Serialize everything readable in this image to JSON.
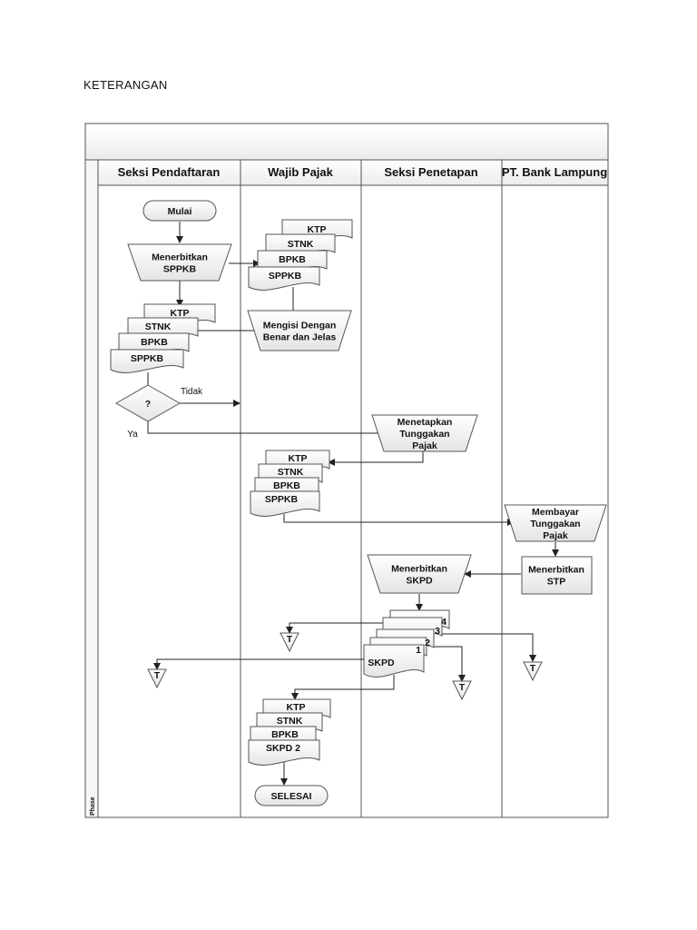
{
  "title": "KETERANGAN",
  "phase_label": "Phase",
  "lanes": [
    "Seksi Pendaftaran",
    "Wajib Pajak",
    "Seksi Penetapan",
    "PT. Bank Lampung"
  ],
  "start": "Mulai",
  "end": "SELESAI",
  "processes": {
    "menerbitkan_sppkb": [
      "Menerbitkan",
      "SPPKB"
    ],
    "mengisi": [
      "Mengisi Dengan",
      "Benar dan Jelas"
    ],
    "menetapkan": [
      "Menetapkan",
      "Tunggakan",
      "Pajak"
    ],
    "membayar": [
      "Membayar",
      "Tunggakan",
      "Pajak"
    ],
    "menerbitkan_skpd": [
      "Menerbitkan",
      "SKPD"
    ],
    "menerbitkan_stp": [
      "Menerbitkan",
      "STP"
    ]
  },
  "doc_stacks": {
    "wp_top": [
      "KTP",
      "STNK",
      "BPKB",
      "SPPKB"
    ],
    "sp_mid": [
      "KTP",
      "STNK",
      "BPKB",
      "SPPKB"
    ],
    "wp_mid": [
      "KTP",
      "STNK",
      "BPKB",
      "SPPKB"
    ],
    "wp_bottom": [
      "KTP",
      "STNK",
      "BPKB",
      "SKPD 2"
    ],
    "skpd": [
      "4",
      "3",
      "2",
      "1",
      "SKPD"
    ]
  },
  "decision": {
    "label": "?",
    "no": "Tidak",
    "yes": "Ya"
  },
  "terminator_label": "T"
}
